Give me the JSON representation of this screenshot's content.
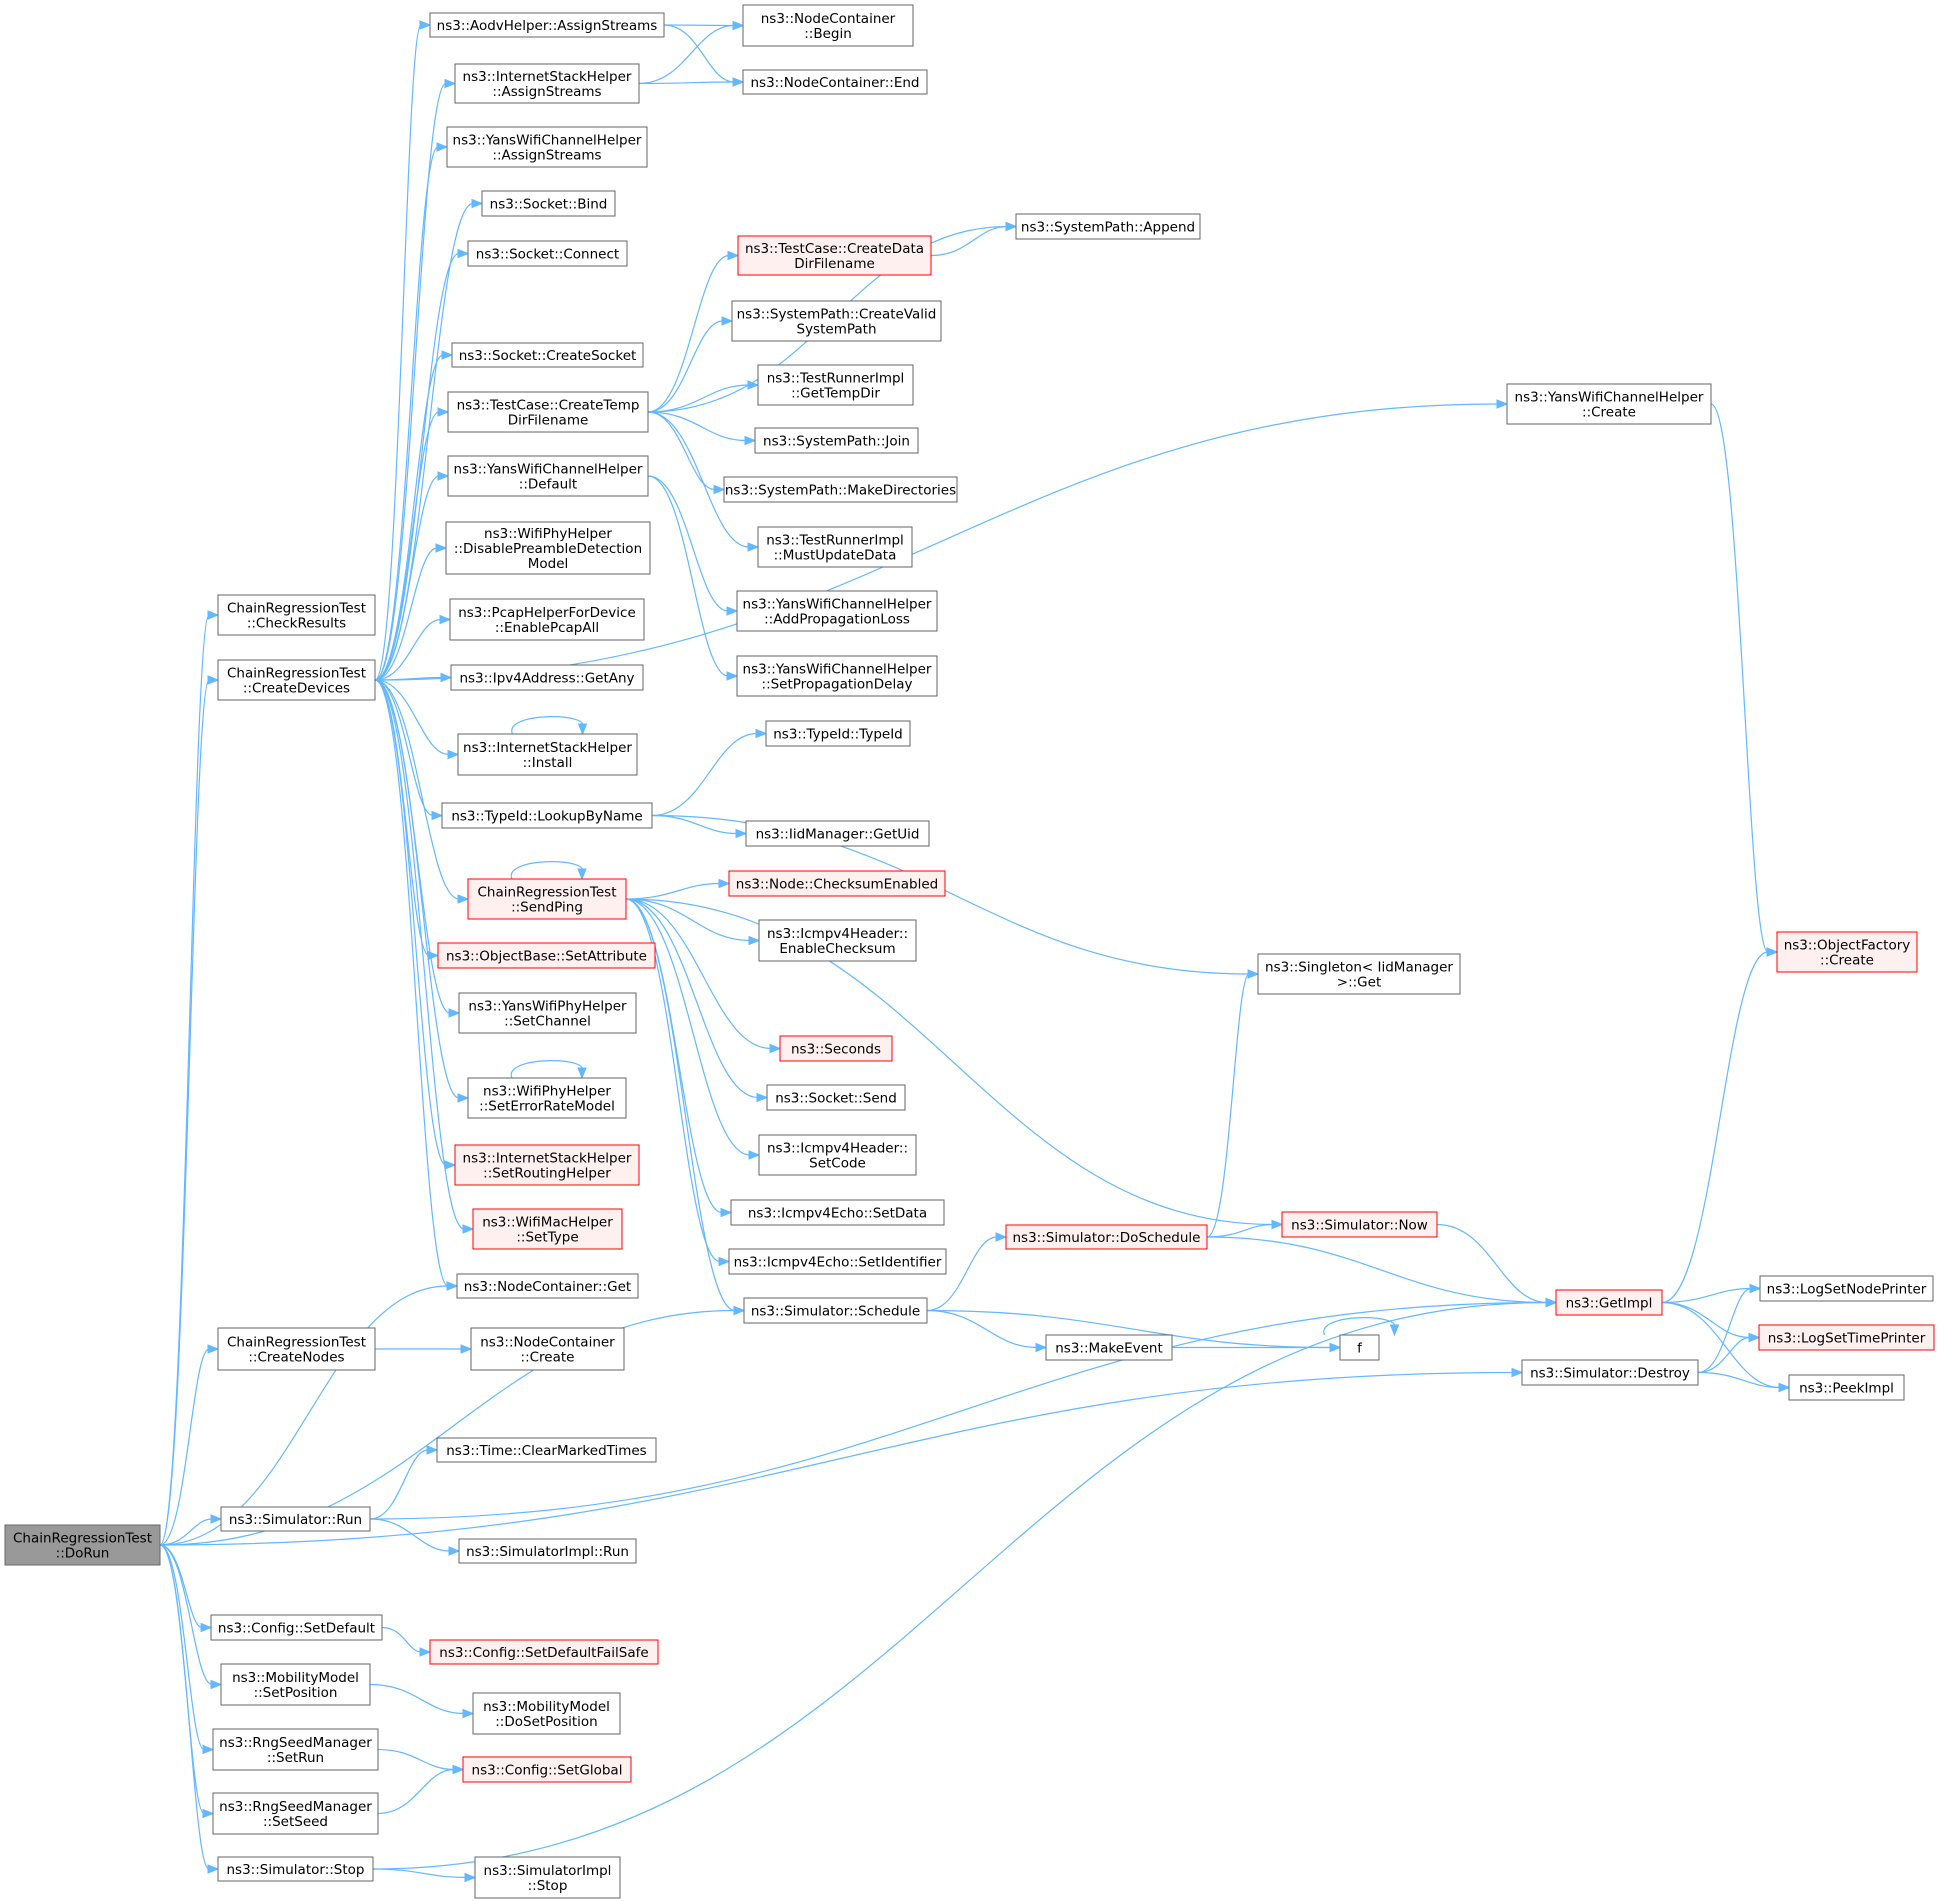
{
  "colors": {
    "edge": "#63b8ff",
    "node_fill": "#ffffff",
    "node_border": "#666666",
    "highlight_border": "#ff0000",
    "highlight_fill": "#fff0f0",
    "root_fill": "#999999",
    "root_border": "#666666",
    "text": "#000000"
  },
  "nodes": [
    {
      "id": "dorun",
      "lines": [
        "ChainRegressionTest",
        "::DoRun"
      ],
      "style": "root"
    },
    {
      "id": "checkresults",
      "lines": [
        "ChainRegressionTest",
        "::CheckResults"
      ],
      "style": "normal"
    },
    {
      "id": "createdevices",
      "lines": [
        "ChainRegressionTest",
        "::CreateDevices"
      ],
      "style": "normal"
    },
    {
      "id": "createnodes",
      "lines": [
        "ChainRegressionTest",
        "::CreateNodes"
      ],
      "style": "normal"
    },
    {
      "id": "simrun",
      "lines": [
        "ns3::Simulator::Run"
      ],
      "style": "normal"
    },
    {
      "id": "cfgsetdefault",
      "lines": [
        "ns3::Config::SetDefault"
      ],
      "style": "normal"
    },
    {
      "id": "mobsetpos",
      "lines": [
        "ns3::MobilityModel",
        "::SetPosition"
      ],
      "style": "normal"
    },
    {
      "id": "rngsetrun",
      "lines": [
        "ns3::RngSeedManager",
        "::SetRun"
      ],
      "style": "normal"
    },
    {
      "id": "rngsetseed",
      "lines": [
        "ns3::RngSeedManager",
        "::SetSeed"
      ],
      "style": "normal"
    },
    {
      "id": "simstop",
      "lines": [
        "ns3::Simulator::Stop"
      ],
      "style": "normal"
    },
    {
      "id": "aodvassign",
      "lines": [
        "ns3::AodvHelper::AssignStreams"
      ],
      "style": "normal"
    },
    {
      "id": "inetassign",
      "lines": [
        "ns3::InternetStackHelper",
        "::AssignStreams"
      ],
      "style": "normal"
    },
    {
      "id": "yanschassign",
      "lines": [
        "ns3::YansWifiChannelHelper",
        "::AssignStreams"
      ],
      "style": "normal"
    },
    {
      "id": "sockbind",
      "lines": [
        "ns3::Socket::Bind"
      ],
      "style": "normal"
    },
    {
      "id": "sockconnect",
      "lines": [
        "ns3::Socket::Connect"
      ],
      "style": "normal"
    },
    {
      "id": "sockcreate",
      "lines": [
        "ns3::Socket::CreateSocket"
      ],
      "style": "normal"
    },
    {
      "id": "tccreatetemp",
      "lines": [
        "ns3::TestCase::CreateTemp",
        "DirFilename"
      ],
      "style": "normal"
    },
    {
      "id": "yanschdefault",
      "lines": [
        "ns3::YansWifiChannelHelper",
        "::Default"
      ],
      "style": "normal"
    },
    {
      "id": "wifiphydisable",
      "lines": [
        "ns3::WifiPhyHelper",
        "::DisablePreambleDetection",
        "Model"
      ],
      "style": "normal"
    },
    {
      "id": "pcapenable",
      "lines": [
        "ns3::PcapHelperForDevice",
        "::EnablePcapAll"
      ],
      "style": "normal"
    },
    {
      "id": "ipv4getany",
      "lines": [
        "ns3::Ipv4Address::GetAny"
      ],
      "style": "normal"
    },
    {
      "id": "inetinstall",
      "lines": [
        "ns3::InternetStackHelper",
        "::Install"
      ],
      "style": "normal"
    },
    {
      "id": "typeidlookup",
      "lines": [
        "ns3::TypeId::LookupByName"
      ],
      "style": "normal"
    },
    {
      "id": "sendping",
      "lines": [
        "ChainRegressionTest",
        "::SendPing"
      ],
      "style": "highlight"
    },
    {
      "id": "objsetattr",
      "lines": [
        "ns3::ObjectBase::SetAttribute"
      ],
      "style": "highlight"
    },
    {
      "id": "yansphysetch",
      "lines": [
        "ns3::YansWifiPhyHelper",
        "::SetChannel"
      ],
      "style": "normal"
    },
    {
      "id": "wifiphyseterr",
      "lines": [
        "ns3::WifiPhyHelper",
        "::SetErrorRateModel"
      ],
      "style": "normal"
    },
    {
      "id": "inetsetrouting",
      "lines": [
        "ns3::InternetStackHelper",
        "::SetRoutingHelper"
      ],
      "style": "highlight"
    },
    {
      "id": "wifimacsettype",
      "lines": [
        "ns3::WifiMacHelper",
        "::SetType"
      ],
      "style": "highlight"
    },
    {
      "id": "nodecontget",
      "lines": [
        "ns3::NodeContainer::Get"
      ],
      "style": "normal"
    },
    {
      "id": "nodecontcreate",
      "lines": [
        "ns3::NodeContainer",
        "::Create"
      ],
      "style": "normal"
    },
    {
      "id": "timeclear",
      "lines": [
        "ns3::Time::ClearMarkedTimes"
      ],
      "style": "normal"
    },
    {
      "id": "simimplrun",
      "lines": [
        "ns3::SimulatorImpl::Run"
      ],
      "style": "normal"
    },
    {
      "id": "cfgsetdefaultfs",
      "lines": [
        "ns3::Config::SetDefaultFailSafe"
      ],
      "style": "highlight"
    },
    {
      "id": "mobdosetpos",
      "lines": [
        "ns3::MobilityModel",
        "::DoSetPosition"
      ],
      "style": "normal"
    },
    {
      "id": "cfgsetglobal",
      "lines": [
        "ns3::Config::SetGlobal"
      ],
      "style": "highlight"
    },
    {
      "id": "simimplstop",
      "lines": [
        "ns3::SimulatorImpl",
        "::Stop"
      ],
      "style": "normal"
    },
    {
      "id": "nodecontbegin",
      "lines": [
        "ns3::NodeContainer",
        "::Begin"
      ],
      "style": "normal"
    },
    {
      "id": "nodecontend",
      "lines": [
        "ns3::NodeContainer::End"
      ],
      "style": "normal"
    },
    {
      "id": "tccreatedata",
      "lines": [
        "ns3::TestCase::CreateData",
        "DirFilename"
      ],
      "style": "highlight"
    },
    {
      "id": "spappend",
      "lines": [
        "ns3::SystemPath::Append"
      ],
      "style": "normal"
    },
    {
      "id": "spcreatevalid",
      "lines": [
        "ns3::SystemPath::CreateValid",
        "SystemPath"
      ],
      "style": "normal"
    },
    {
      "id": "trigettemp",
      "lines": [
        "ns3::TestRunnerImpl",
        "::GetTempDir"
      ],
      "style": "normal"
    },
    {
      "id": "spjoin",
      "lines": [
        "ns3::SystemPath::Join"
      ],
      "style": "normal"
    },
    {
      "id": "spmakedirs",
      "lines": [
        "ns3::SystemPath::MakeDirectories"
      ],
      "style": "normal"
    },
    {
      "id": "trimustupdate",
      "lines": [
        "ns3::TestRunnerImpl",
        "::MustUpdateData"
      ],
      "style": "normal"
    },
    {
      "id": "yanschaddprop",
      "lines": [
        "ns3::YansWifiChannelHelper",
        "::AddPropagationLoss"
      ],
      "style": "normal"
    },
    {
      "id": "yanschsetprop",
      "lines": [
        "ns3::YansWifiChannelHelper",
        "::SetPropagationDelay"
      ],
      "style": "normal"
    },
    {
      "id": "typeidtypeid",
      "lines": [
        "ns3::TypeId::TypeId"
      ],
      "style": "normal"
    },
    {
      "id": "iidgetuid",
      "lines": [
        "ns3::IidManager::GetUid"
      ],
      "style": "normal"
    },
    {
      "id": "nodechecksum",
      "lines": [
        "ns3::Node::ChecksumEnabled"
      ],
      "style": "highlight"
    },
    {
      "id": "icmpenablecs",
      "lines": [
        "ns3::Icmpv4Header::",
        "EnableChecksum"
      ],
      "style": "normal"
    },
    {
      "id": "seconds",
      "lines": [
        "ns3::Seconds"
      ],
      "style": "highlight"
    },
    {
      "id": "socksend",
      "lines": [
        "ns3::Socket::Send"
      ],
      "style": "normal"
    },
    {
      "id": "icmpsetcode",
      "lines": [
        "ns3::Icmpv4Header::",
        "SetCode"
      ],
      "style": "normal"
    },
    {
      "id": "echosetdata",
      "lines": [
        "ns3::Icmpv4Echo::SetData"
      ],
      "style": "normal"
    },
    {
      "id": "echosetid",
      "lines": [
        "ns3::Icmpv4Echo::SetIdentifier"
      ],
      "style": "normal"
    },
    {
      "id": "simschedule",
      "lines": [
        "ns3::Simulator::Schedule"
      ],
      "style": "normal"
    },
    {
      "id": "yanschcreate",
      "lines": [
        "ns3::YansWifiChannelHelper",
        "::Create"
      ],
      "style": "normal"
    },
    {
      "id": "singletonget",
      "lines": [
        "ns3::Singleton< IidManager",
        ">::Get"
      ],
      "style": "normal"
    },
    {
      "id": "simdoschedule",
      "lines": [
        "ns3::Simulator::DoSchedule"
      ],
      "style": "highlight"
    },
    {
      "id": "simnow",
      "lines": [
        "ns3::Simulator::Now"
      ],
      "style": "highlight"
    },
    {
      "id": "makeevent",
      "lines": [
        "ns3::MakeEvent"
      ],
      "style": "normal"
    },
    {
      "id": "f",
      "lines": [
        "f"
      ],
      "style": "normal"
    },
    {
      "id": "getimpl",
      "lines": [
        "ns3::GetImpl"
      ],
      "style": "highlight"
    },
    {
      "id": "simdestroy",
      "lines": [
        "ns3::Simulator::Destroy"
      ],
      "style": "normal"
    },
    {
      "id": "objfactcreate",
      "lines": [
        "ns3::ObjectFactory",
        "::Create"
      ],
      "style": "highlight"
    },
    {
      "id": "logsetnode",
      "lines": [
        "ns3::LogSetNodePrinter"
      ],
      "style": "normal"
    },
    {
      "id": "logsettime",
      "lines": [
        "ns3::LogSetTimePrinter"
      ],
      "style": "highlight"
    },
    {
      "id": "peekimpl",
      "lines": [
        "ns3::PeekImpl"
      ],
      "style": "normal"
    }
  ],
  "edges": [
    [
      "dorun",
      "checkresults"
    ],
    [
      "dorun",
      "createdevices"
    ],
    [
      "dorun",
      "nodecontget"
    ],
    [
      "dorun",
      "createnodes"
    ],
    [
      "dorun",
      "simdestroy"
    ],
    [
      "dorun",
      "simrun"
    ],
    [
      "dorun",
      "simschedule"
    ],
    [
      "dorun",
      "cfgsetdefault"
    ],
    [
      "dorun",
      "mobsetpos"
    ],
    [
      "dorun",
      "rngsetrun"
    ],
    [
      "dorun",
      "rngsetseed"
    ],
    [
      "dorun",
      "simstop"
    ],
    [
      "createdevices",
      "aodvassign"
    ],
    [
      "createdevices",
      "inetassign"
    ],
    [
      "createdevices",
      "yanschassign"
    ],
    [
      "createdevices",
      "sockbind"
    ],
    [
      "createdevices",
      "sockconnect"
    ],
    [
      "createdevices",
      "yanschcreate"
    ],
    [
      "createdevices",
      "sockcreate"
    ],
    [
      "createdevices",
      "tccreatetemp"
    ],
    [
      "createdevices",
      "yanschdefault"
    ],
    [
      "createdevices",
      "wifiphydisable"
    ],
    [
      "createdevices",
      "pcapenable"
    ],
    [
      "createdevices",
      "ipv4getany"
    ],
    [
      "createdevices",
      "inetinstall"
    ],
    [
      "createdevices",
      "typeidlookup"
    ],
    [
      "createdevices",
      "sendping"
    ],
    [
      "createdevices",
      "objsetattr"
    ],
    [
      "createdevices",
      "yansphysetch"
    ],
    [
      "createdevices",
      "wifiphyseterr"
    ],
    [
      "createdevices",
      "inetsetrouting"
    ],
    [
      "createdevices",
      "wifimacsettype"
    ],
    [
      "createdevices",
      "nodecontget"
    ],
    [
      "aodvassign",
      "nodecontbegin"
    ],
    [
      "aodvassign",
      "nodecontend"
    ],
    [
      "inetassign",
      "nodecontbegin"
    ],
    [
      "inetassign",
      "nodecontend"
    ],
    [
      "tccreatetemp",
      "spappend"
    ],
    [
      "tccreatetemp",
      "tccreatedata"
    ],
    [
      "tccreatetemp",
      "spcreatevalid"
    ],
    [
      "tccreatetemp",
      "trigettemp"
    ],
    [
      "tccreatetemp",
      "spjoin"
    ],
    [
      "tccreatetemp",
      "spmakedirs"
    ],
    [
      "tccreatetemp",
      "trimustupdate"
    ],
    [
      "tccreatedata",
      "spappend"
    ],
    [
      "yanschdefault",
      "yanschaddprop"
    ],
    [
      "yanschdefault",
      "yanschsetprop"
    ],
    [
      "inetinstall",
      "inetinstall"
    ],
    [
      "typeidlookup",
      "typeidtypeid"
    ],
    [
      "typeidlookup",
      "iidgetuid"
    ],
    [
      "typeidlookup",
      "singletonget"
    ],
    [
      "sendping",
      "sendping"
    ],
    [
      "sendping",
      "nodechecksum"
    ],
    [
      "sendping",
      "icmpenablecs"
    ],
    [
      "sendping",
      "simnow"
    ],
    [
      "sendping",
      "seconds"
    ],
    [
      "sendping",
      "socksend"
    ],
    [
      "sendping",
      "icmpsetcode"
    ],
    [
      "sendping",
      "echosetdata"
    ],
    [
      "sendping",
      "echosetid"
    ],
    [
      "sendping",
      "simschedule"
    ],
    [
      "wifiphyseterr",
      "wifiphyseterr"
    ],
    [
      "createnodes",
      "nodecontcreate"
    ],
    [
      "simrun",
      "timeclear"
    ],
    [
      "simrun",
      "getimpl"
    ],
    [
      "simrun",
      "simimplrun"
    ],
    [
      "cfgsetdefault",
      "cfgsetdefaultfs"
    ],
    [
      "mobsetpos",
      "mobdosetpos"
    ],
    [
      "rngsetrun",
      "cfgsetglobal"
    ],
    [
      "rngsetseed",
      "cfgsetglobal"
    ],
    [
      "simstop",
      "getimpl"
    ],
    [
      "simstop",
      "simimplstop"
    ],
    [
      "simschedule",
      "simdoschedule"
    ],
    [
      "simschedule",
      "makeevent"
    ],
    [
      "simschedule",
      "f"
    ],
    [
      "simdoschedule",
      "singletonget"
    ],
    [
      "simdoschedule",
      "simnow"
    ],
    [
      "simdoschedule",
      "getimpl"
    ],
    [
      "simnow",
      "getimpl"
    ],
    [
      "makeevent",
      "f"
    ],
    [
      "f",
      "f"
    ],
    [
      "yanschcreate",
      "objfactcreate"
    ],
    [
      "getimpl",
      "objfactcreate"
    ],
    [
      "getimpl",
      "logsetnode"
    ],
    [
      "getimpl",
      "logsettime"
    ],
    [
      "getimpl",
      "peekimpl"
    ],
    [
      "simdestroy",
      "logsetnode"
    ],
    [
      "simdestroy",
      "logsettime"
    ],
    [
      "simdestroy",
      "peekimpl"
    ]
  ]
}
